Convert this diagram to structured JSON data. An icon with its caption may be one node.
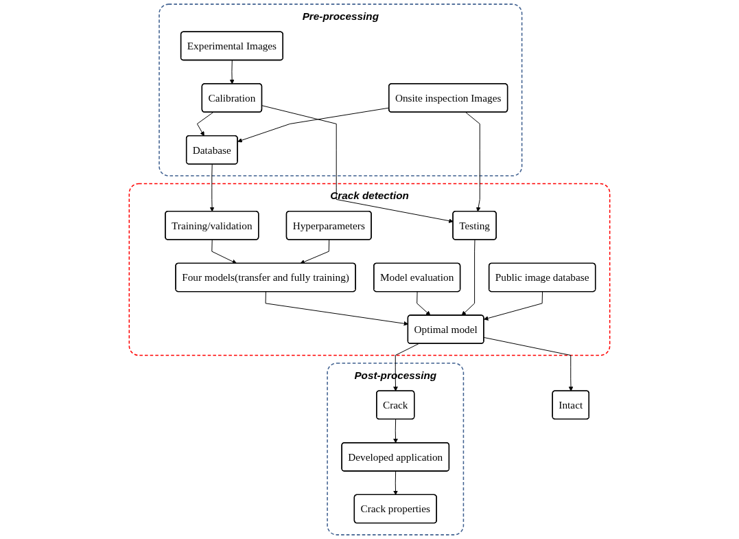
{
  "diagram": {
    "nodes": [
      {
        "text": [
          "Pre-processing"
        ]
      },
      {
        "text": [
          "Experimental Images"
        ],
        "in": 0
      },
      {
        "text": [
          "Onsite inspection Images"
        ],
        "in": 0
      },
      {
        "text": [
          "Calibration"
        ],
        "in": 0
      },
      {
        "text": [
          "Database"
        ],
        "in": 0
      },
      {
        "text": [
          "Crack detection"
        ]
      },
      {
        "text": [
          "Training/validation"
        ],
        "in": 5
      },
      {
        "text": [
          "Testing"
        ],
        "in": 5
      },
      {
        "text": [
          "Hyperparameters"
        ],
        "in": 5
      },
      {
        "text": [
          "Four models(transfer and fully training)"
        ],
        "in": 5
      },
      {
        "text": [
          "Model evaluation"
        ],
        "in": 5
      },
      {
        "text": [
          "Public image database"
        ],
        "in": 5
      },
      {
        "text": [
          "Optimal model"
        ],
        "in": 5
      },
      {
        "text": [
          "Intact"
        ]
      },
      {
        "text": [
          "Post-processing"
        ]
      },
      {
        "text": [
          "Crack"
        ],
        "in": 14
      },
      {
        "text": [
          "Developed application"
        ],
        "in": 14
      },
      {
        "text": [
          "Crack properties"
        ],
        "in": 14
      }
    ],
    "edges": [
      {
        "from": 1,
        "to": 3,
        "arrow": "to"
      },
      {
        "from": 3,
        "to": 4,
        "arrow": "to"
      },
      {
        "from": 2,
        "to": 4,
        "arrow": "to"
      },
      {
        "from": 3,
        "to": 7,
        "arrow": "to"
      },
      {
        "from": 2,
        "to": 7,
        "arrow": "to"
      },
      {
        "from": 4,
        "to": 6,
        "arrow": "to"
      },
      {
        "from": 6,
        "to": 9,
        "arrow": "to"
      },
      {
        "from": 8,
        "to": 9,
        "arrow": "to"
      },
      {
        "from": 9,
        "to": 12,
        "arrow": "to"
      },
      {
        "from": 10,
        "to": 12,
        "arrow": "to"
      },
      {
        "from": 7,
        "to": 12,
        "arrow": "to"
      },
      {
        "from": 11,
        "to": 12,
        "arrow": "to"
      },
      {
        "from": 12,
        "to": 13,
        "arrow": "to"
      },
      {
        "from": 12,
        "to": 15,
        "arrow": "to"
      },
      {
        "from": 15,
        "to": 16,
        "arrow": "to"
      },
      {
        "from": 16,
        "to": 17,
        "arrow": "to"
      }
    ]
  }
}
